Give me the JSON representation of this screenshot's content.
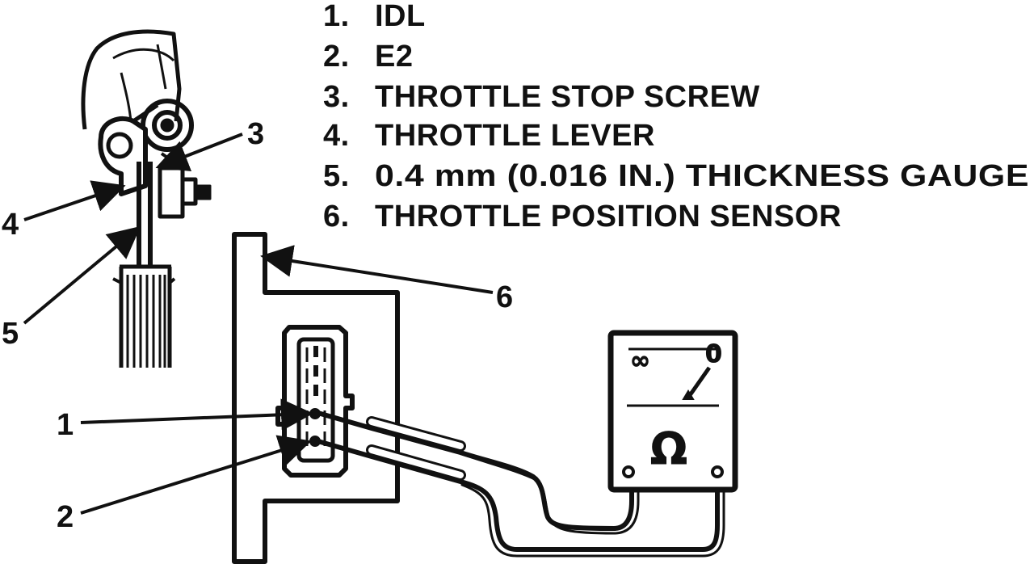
{
  "legend": [
    {
      "number": "1.",
      "label": "IDL"
    },
    {
      "number": "2.",
      "label": "E2"
    },
    {
      "number": "3.",
      "label": "THROTTLE STOP SCREW"
    },
    {
      "number": "4.",
      "label": "THROTTLE LEVER"
    },
    {
      "number": "5.",
      "label": "0.4 mm (0.016 IN.) THICKNESS GAUGE"
    },
    {
      "number": "6.",
      "label": "THROTTLE POSITION SENSOR"
    }
  ],
  "callouts": {
    "c1": "1",
    "c2": "2",
    "c3": "3",
    "c4": "4",
    "c5": "5",
    "c6": "6"
  },
  "meter": {
    "infinity": "∞",
    "zero": "0",
    "unit": "Ω"
  }
}
